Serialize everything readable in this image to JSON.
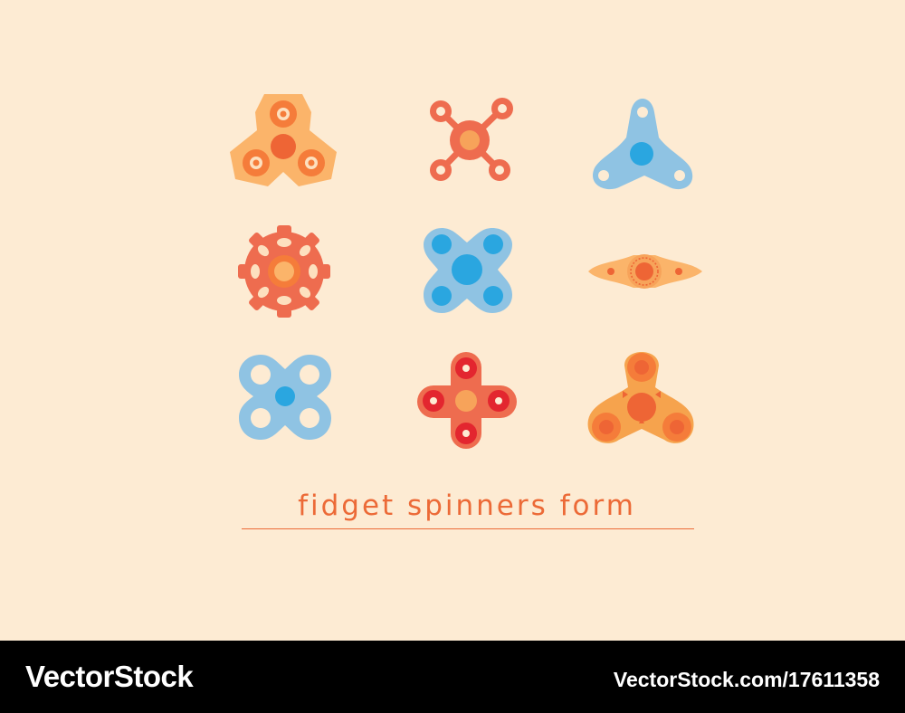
{
  "caption": "fidget spinners form",
  "footer": {
    "brand": "VectorStock",
    "url": "VectorStock.com/17611358"
  },
  "colors": {
    "background": "#fdebd3",
    "caption": "#ec6a37",
    "footer_bg": "#000000",
    "footer_text": "#ffffff",
    "light_orange": "#fbb46a",
    "orange": "#f57c3a",
    "deep_orange": "#ee6535",
    "coral": "#ee6c4f",
    "light_blue": "#8fc3e3",
    "blue": "#2aa6e0",
    "red": "#e3262f",
    "amber": "#f6a34d"
  },
  "spinners": [
    {
      "name": "tri-lobe-orange-spinner",
      "color": "light_orange"
    },
    {
      "name": "four-arm-link-spinner",
      "color": "coral"
    },
    {
      "name": "tri-arm-blue-spinner",
      "color": "light_blue"
    },
    {
      "name": "gear-coral-spinner",
      "color": "coral"
    },
    {
      "name": "quad-lobe-blue-spinner",
      "color": "light_blue"
    },
    {
      "name": "bar-orange-spinner",
      "color": "light_orange"
    },
    {
      "name": "quad-ring-blue-spinner",
      "color": "light_blue"
    },
    {
      "name": "cross-red-spinner",
      "color": "coral"
    },
    {
      "name": "tri-amber-spinner",
      "color": "amber"
    }
  ]
}
